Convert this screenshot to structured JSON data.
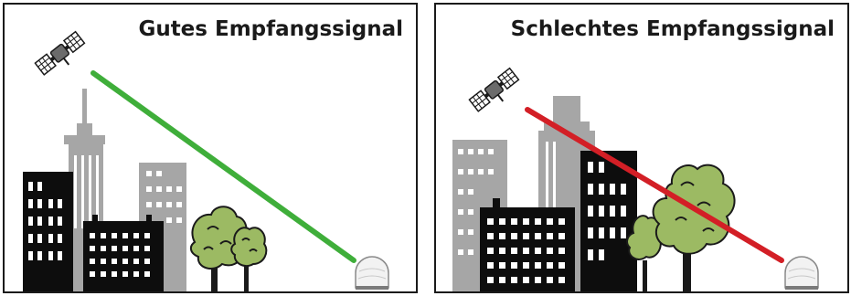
{
  "panels": [
    {
      "title": "Gutes Empfangssignal",
      "signal_quality": "good",
      "signal_color": "#3fae3a"
    },
    {
      "title": "Schlechtes Empfangssignal",
      "signal_quality": "bad",
      "signal_color": "#d31f26"
    }
  ],
  "colors": {
    "building_gray": "#a6a6a6",
    "building_black": "#0d0d0d",
    "tree_foliage": "#9cba63",
    "tree_trunk": "#1a1a1a",
    "window_white": "#ffffff",
    "border": "#1a1a1a"
  },
  "icons": [
    "satellite-icon",
    "dish-antenna-icon"
  ]
}
